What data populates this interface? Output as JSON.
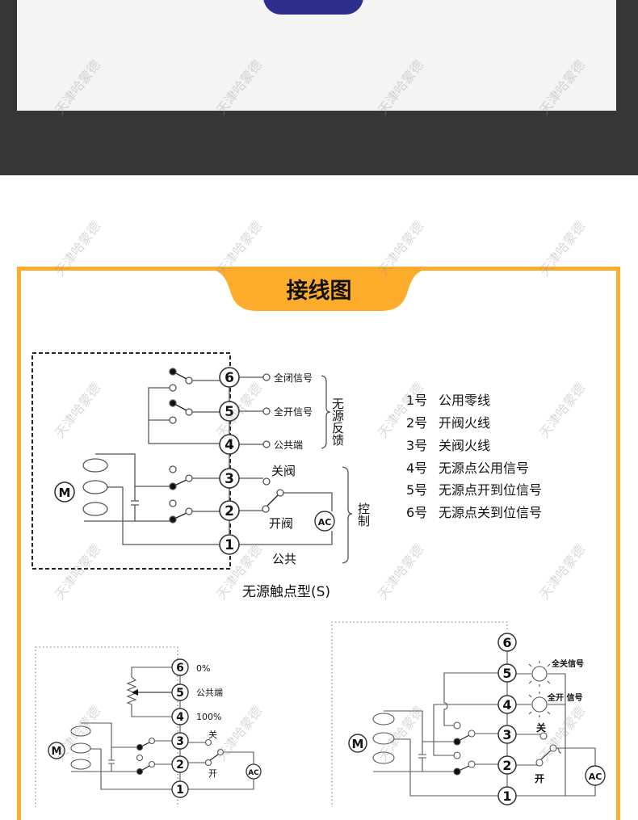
{
  "watermark": "天津哈蒙德",
  "colors": {
    "accent": "#fdac2b",
    "dark_band": "#363636",
    "panel": "#f4f4f4"
  },
  "section_title": "接线图",
  "diagram_s": {
    "caption": "无源触点型(S)",
    "motor": "M",
    "ac": "AC",
    "terminals": [
      "6",
      "5",
      "4",
      "3",
      "2",
      "1"
    ],
    "feedback_labels": [
      "全闭信号",
      "全开信号",
      "公共端"
    ],
    "feedback_group": "无源反馈",
    "control_labels": {
      "close": "关阀",
      "open": "开阀",
      "common": "公共"
    },
    "control_group": "控制"
  },
  "legend": [
    {
      "num": "1号",
      "desc": "公用零线"
    },
    {
      "num": "2号",
      "desc": "开阀火线"
    },
    {
      "num": "3号",
      "desc": "关阀火线"
    },
    {
      "num": "4号",
      "desc": "无源点公用信号"
    },
    {
      "num": "5号",
      "desc": "无源点开到位信号"
    },
    {
      "num": "6号",
      "desc": "无源点关到位信号"
    }
  ],
  "diagram_pot": {
    "motor": "M",
    "ac": "AC",
    "terminals": [
      "6",
      "5",
      "4",
      "3",
      "2",
      "1"
    ],
    "labels": [
      "0%",
      "公共端",
      "100%"
    ],
    "close": "关",
    "open": "开"
  },
  "diagram_lamp": {
    "motor": "M",
    "ac": "AC",
    "terminals": [
      "6",
      "5",
      "4",
      "3",
      "2",
      "1"
    ],
    "closed_signal": "全关信号",
    "open_signal": "全开 信号",
    "close": "关",
    "open": "开"
  }
}
